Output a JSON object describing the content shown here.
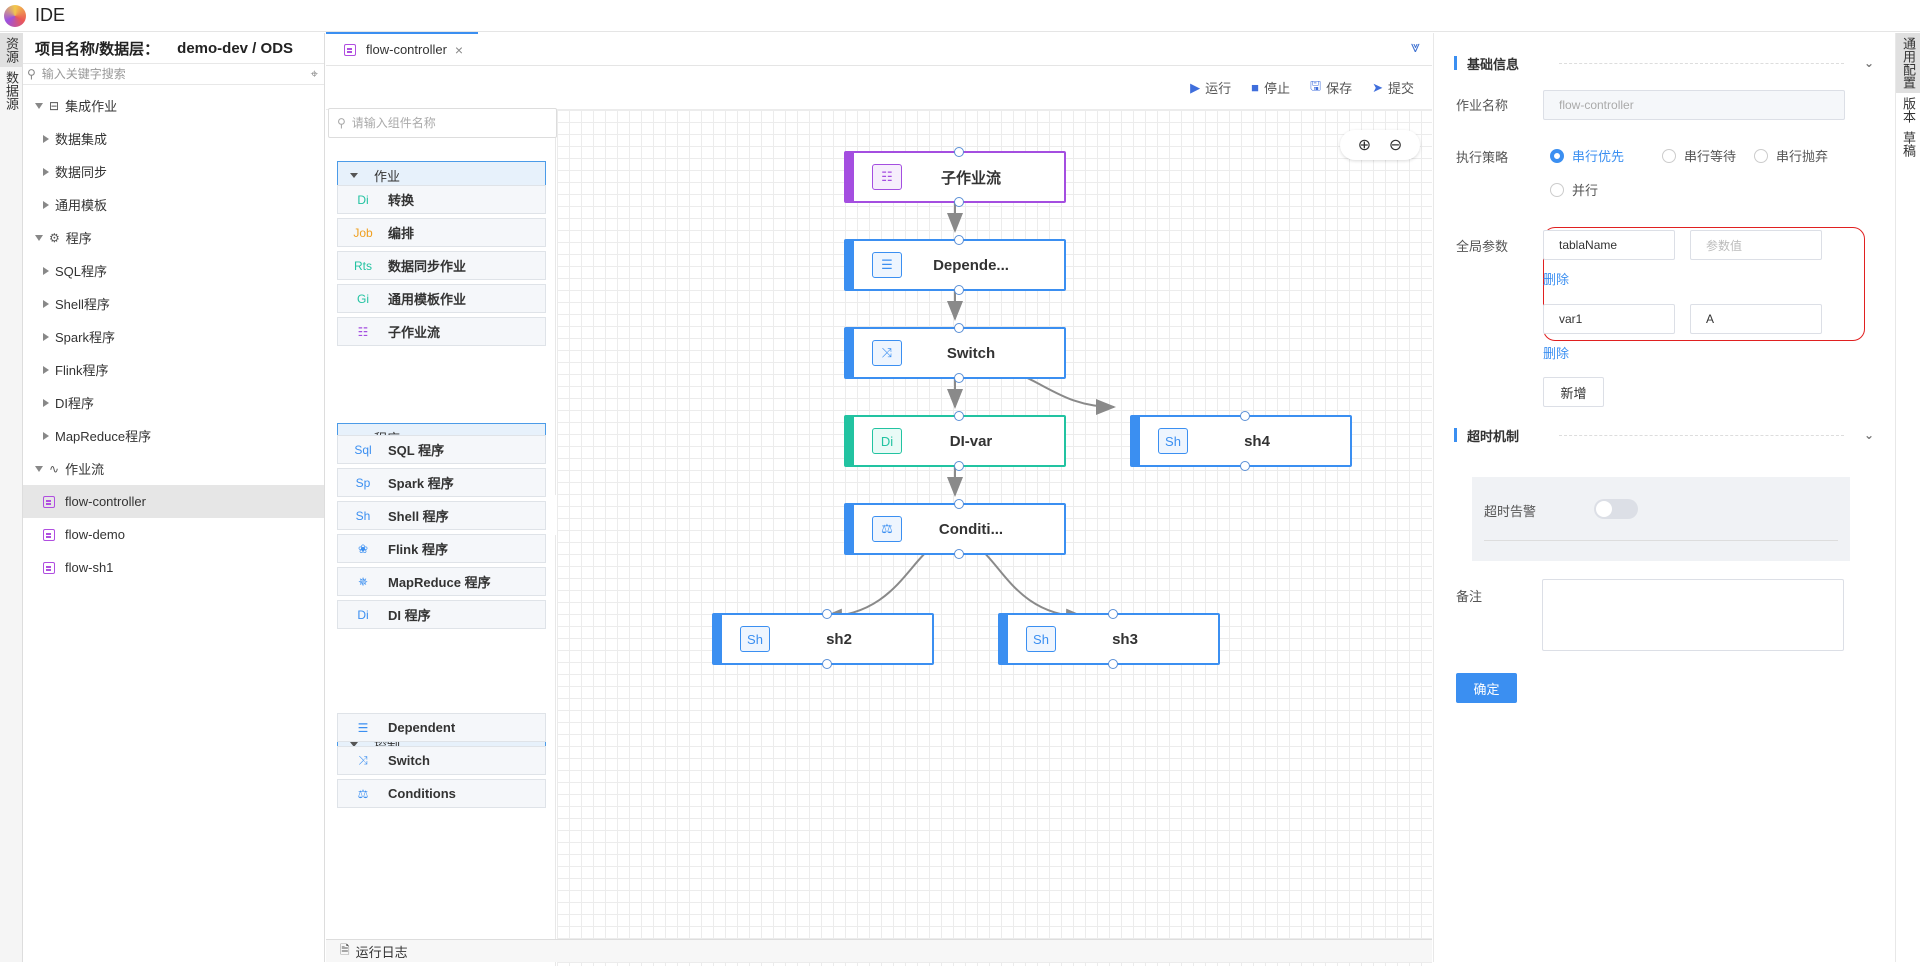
{
  "app": {
    "title": "IDE"
  },
  "left_tabs": [
    "资源",
    "数据源"
  ],
  "sidebar": {
    "project_label": "项目名称/数据层：",
    "project_value": "demo-dev / ODS",
    "search_placeholder": "输入关键字搜索",
    "tree": [
      {
        "label": "集成作业",
        "level": 0,
        "expanded": true,
        "icon": "integration-icon"
      },
      {
        "label": "数据集成",
        "level": 1
      },
      {
        "label": "数据同步",
        "level": 1
      },
      {
        "label": "通用模板",
        "level": 1
      },
      {
        "label": "程序",
        "level": 0,
        "expanded": true,
        "icon": "gear-icon"
      },
      {
        "label": "SQL程序",
        "level": 1
      },
      {
        "label": "Shell程序",
        "level": 1
      },
      {
        "label": "Spark程序",
        "level": 1
      },
      {
        "label": "Flink程序",
        "level": 1
      },
      {
        "label": "DI程序",
        "level": 1
      },
      {
        "label": "MapReduce程序",
        "level": 1
      },
      {
        "label": "作业流",
        "level": 0,
        "expanded": true,
        "icon": "workflow-icon"
      },
      {
        "label": "flow-controller",
        "level": 2,
        "selected": true
      },
      {
        "label": "flow-demo",
        "level": 2
      },
      {
        "label": "flow-sh1",
        "level": 2
      }
    ]
  },
  "editor": {
    "tab_label": "flow-controller",
    "toolbar": {
      "run": "运行",
      "stop": "停止",
      "save": "保存",
      "submit": "提交"
    },
    "palette_search_placeholder": "请输入组件名称",
    "palette": {
      "group_job": "作业",
      "group_program": "程序",
      "group_control": "控制",
      "items": [
        {
          "icon": "Di",
          "label": "转换",
          "color": "#22c3a1"
        },
        {
          "icon": "Job",
          "label": "编排",
          "color": "#f0a020"
        },
        {
          "icon": "Rts",
          "label": "数据同步作业",
          "color": "#22c3a1"
        },
        {
          "icon": "Gi",
          "label": "通用模板作业",
          "color": "#22c3a1"
        },
        {
          "icon": "subflow-icon",
          "label": "子作业流",
          "color": "#a44ee0"
        },
        {
          "icon": "Sql",
          "label": "SQL 程序",
          "color": "#3b8ff1"
        },
        {
          "icon": "Sp",
          "label": "Spark 程序",
          "color": "#3b8ff1"
        },
        {
          "icon": "Sh",
          "label": "Shell 程序",
          "color": "#3b8ff1"
        },
        {
          "icon": "flink-icon",
          "label": "Flink 程序",
          "color": "#3b8ff1"
        },
        {
          "icon": "mapreduce-icon",
          "label": "MapReduce 程序",
          "color": "#3b8ff1"
        },
        {
          "icon": "Di",
          "label": "DI 程序",
          "color": "#3b8ff1"
        },
        {
          "icon": "dependent-icon",
          "label": "Dependent",
          "color": "#3b8ff1"
        },
        {
          "icon": "switch-icon",
          "label": "Switch",
          "color": "#3b8ff1"
        },
        {
          "icon": "conditions-icon",
          "label": "Conditions",
          "color": "#3b8ff1"
        }
      ]
    },
    "nodes": {
      "subflow": {
        "label": "子作业流",
        "icon": "subflow-icon"
      },
      "dependent": {
        "label": "Depende...",
        "icon": "dependent-icon"
      },
      "switch": {
        "label": "Switch",
        "icon": "switch-icon"
      },
      "divar": {
        "label": "DI-var",
        "icon": "Di"
      },
      "sh4": {
        "label": "sh4",
        "icon": "Sh"
      },
      "conditions": {
        "label": "Conditi...",
        "icon": "conditions-icon"
      },
      "sh2": {
        "label": "sh2",
        "icon": "Sh"
      },
      "sh3": {
        "label": "sh3",
        "icon": "Sh"
      }
    },
    "status_label": "运行日志"
  },
  "right_panel": {
    "basic_section": "基础信息",
    "job_name_label": "作业名称",
    "job_name_value": "flow-controller",
    "strategy_label": "执行策略",
    "strategies": [
      "串行优先",
      "串行等待",
      "串行抛弃",
      "并行"
    ],
    "strategy_selected": "串行优先",
    "global_params_label": "全局参数",
    "params": [
      {
        "name": "tablaName",
        "value_placeholder": "参数值"
      },
      {
        "name": "var1",
        "value": "A"
      }
    ],
    "delete_label": "删除",
    "add_label": "新增",
    "timeout_section": "超时机制",
    "timeout_alarm_label": "超时告警",
    "timeout_alarm_on": false,
    "remark_label": "备注",
    "confirm_label": "确定"
  },
  "right_tabs": [
    "通用配置",
    "版本",
    "草稿"
  ],
  "colors": {
    "accent": "#3b8ff1",
    "purple": "#a44ee0",
    "green": "#22c3a1",
    "highlight": "#e02020"
  }
}
